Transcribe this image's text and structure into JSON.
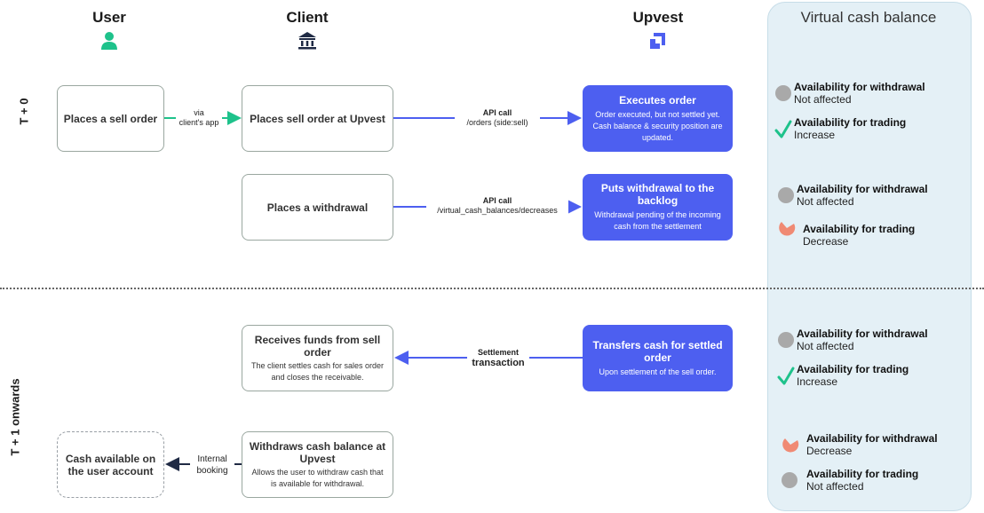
{
  "columns": {
    "user": "User",
    "client": "Client",
    "upvest": "Upvest",
    "vcb": "Virtual cash balance"
  },
  "lanes": {
    "t0": "T + 0",
    "t1": "T + 1 onwards"
  },
  "boxes": {
    "user_sell": {
      "title": "Places a sell order"
    },
    "client_sell": {
      "title": "Places sell order at Upvest"
    },
    "upvest_exec": {
      "title": "Executes order",
      "desc": "Order executed, but not settled yet. Cash balance & security position are updated."
    },
    "client_withdraw": {
      "title": "Places a withdrawal"
    },
    "upvest_backlog": {
      "title": "Puts withdrawal to the backlog",
      "desc": "Withdrawal pending of the incoming cash from the settlement"
    },
    "client_receives": {
      "title": "Receives funds from sell order",
      "desc": "The client settles cash for sales order and closes the receivable."
    },
    "upvest_transfers": {
      "title": "Transfers cash for settled order",
      "desc": "Upon settlement of the sell order."
    },
    "user_cash": {
      "title": "Cash available on the user account"
    },
    "client_withdraws": {
      "title": "Withdraws cash balance at Upvest",
      "desc": "Allows the user to withdraw cash that is available for withdrawal."
    }
  },
  "edges": {
    "via_app": {
      "line1": "via",
      "line2": "client's app"
    },
    "api_orders": {
      "line1": "API call",
      "line2": "/orders (side:sell)"
    },
    "api_vcb": {
      "line1": "API call",
      "line2": "/virtual_cash_balances/decreases"
    },
    "settlement": {
      "line1": "Settlement",
      "line2": "transaction"
    },
    "internal": {
      "line1": "Internal",
      "line2": "booking"
    }
  },
  "status": [
    {
      "title": "Availability for withdrawal",
      "value": "Not affected",
      "icon": "neutral-circle-icon"
    },
    {
      "title": "Availability for trading",
      "value": "Increase",
      "icon": "checkmark-icon"
    },
    {
      "title": "Availability for withdrawal",
      "value": "Not affected",
      "icon": "neutral-circle-icon"
    },
    {
      "title": "Availability for trading",
      "value": "Decrease",
      "icon": "decrease-pie-icon"
    },
    {
      "title": "Availability for withdrawal",
      "value": "Not affected",
      "icon": "neutral-circle-icon"
    },
    {
      "title": "Availability for trading",
      "value": "Increase",
      "icon": "checkmark-icon"
    },
    {
      "title": "Availability for withdrawal",
      "value": "Decrease",
      "icon": "decrease-pie-icon"
    },
    {
      "title": "Availability for trading",
      "value": "Not affected",
      "icon": "neutral-circle-icon"
    }
  ],
  "colors": {
    "user": "#1ec28b",
    "upvest": "#4d5ff0",
    "panel": "#e4f0f6",
    "neutral": "#a9a9a9",
    "decrease": "#f08a74",
    "check": "#1ec28b",
    "dark_arrow": "#1f2a44"
  }
}
